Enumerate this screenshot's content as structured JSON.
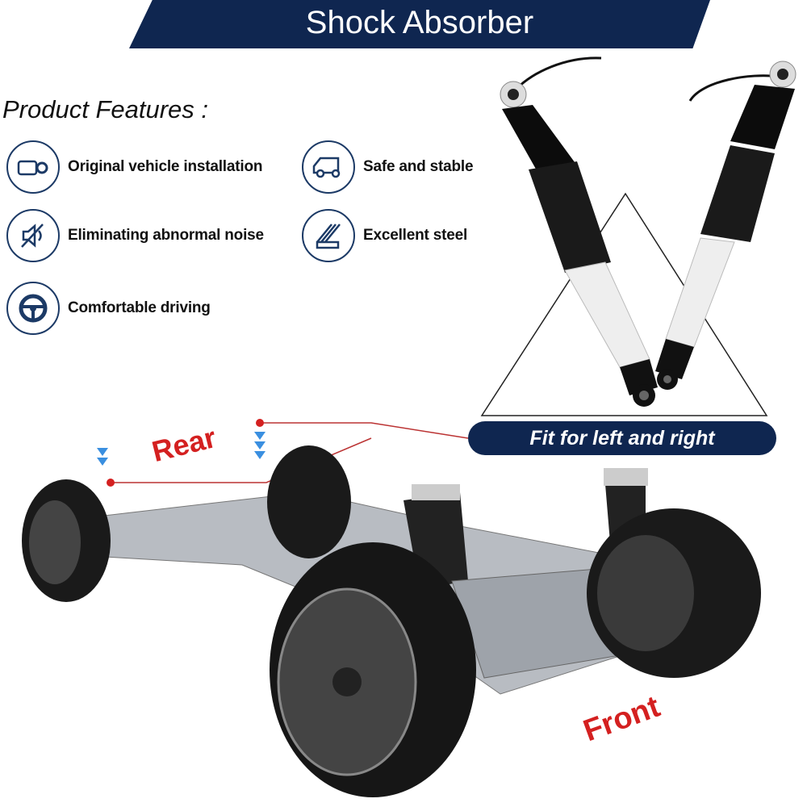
{
  "banner": {
    "title": "Shock Absorber"
  },
  "features": {
    "heading": "Product Features :",
    "items": [
      {
        "label": "Original vehicle installation",
        "icon": "car-gear-icon"
      },
      {
        "label": "Safe and stable",
        "icon": "suv-icon"
      },
      {
        "label": "Eliminating abnormal noise",
        "icon": "mute-icon"
      },
      {
        "label": "Excellent steel",
        "icon": "steel-beam-icon"
      },
      {
        "label": "Comfortable driving",
        "icon": "steering-wheel-icon"
      }
    ]
  },
  "fit_label": "Fit for left and right",
  "labels": {
    "rear": "Rear",
    "front": "Front"
  },
  "colors": {
    "navy": "#0f2650",
    "red": "#d42020",
    "arrow_blue": "#3a8fe0"
  }
}
